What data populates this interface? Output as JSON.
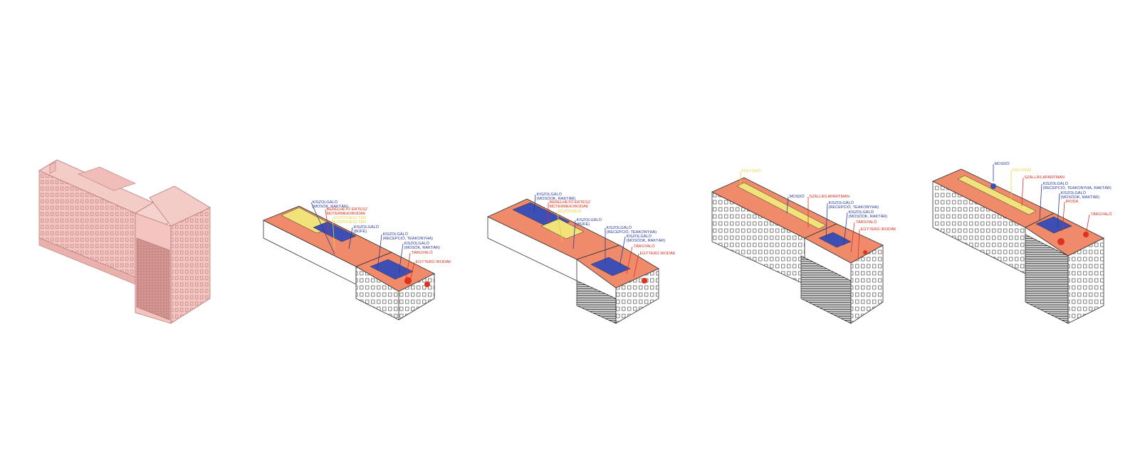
{
  "colors": {
    "blue": "#2a3a9a",
    "red": "#e0301e",
    "yellow": "#e6d23a",
    "salmon": "#ef8a6a",
    "pink_model": "#f4c4c0",
    "line": "#333333"
  },
  "panels": [
    {
      "labels": [
        {
          "lines": [
            "KISZOLGÁLÓ",
            "(MOSÓK, RAKTÁR)"
          ],
          "color": "blue"
        },
        {
          "lines": [
            "BÉRELHETŐ ÉRTÉSZ",
            "MŰTERMEK/IRODÁK"
          ],
          "color": "red"
        },
        {
          "lines": [
            "KÖZÖSSÉGI TÉR",
            "KÖZÖSSÉGI TÉR"
          ],
          "color": "yellow"
        },
        {
          "lines": [
            "KISZOLGÁLÓ",
            "(BÜFÉ)"
          ],
          "color": "blue"
        },
        {
          "lines": [
            "KISZOLGÁLÓ",
            "(RECEPCIÓ, TEAKONYHA)"
          ],
          "color": "blue"
        },
        {
          "lines": [
            "KISZOLGÁLÓ",
            "(MOSÓK, RAKTÁR)"
          ],
          "color": "blue"
        },
        {
          "lines": [
            "TÁRGYALÓ"
          ],
          "color": "red"
        },
        {
          "lines": [
            "EGYTERŰ IRODÁK"
          ],
          "color": "red"
        }
      ]
    },
    {
      "labels": [
        {
          "lines": [
            "KISZOLGÁLÓ",
            "(MOSÓOK, RAKTÁR)"
          ],
          "color": "blue"
        },
        {
          "lines": [
            "BÉRELHETŐ ÉRTÉSZ",
            "MŰTERMEK/IRODÁK"
          ],
          "color": "red"
        },
        {
          "lines": [
            "KÖZÖSSÉGI"
          ],
          "color": "yellow"
        },
        {
          "lines": [
            "KISZOLGÁLÓ",
            "(BÜFÉ)"
          ],
          "color": "blue"
        },
        {
          "lines": [
            "KISZOLGÁLÓ",
            "(RECEPCIÓ, TEAKONYHA)"
          ],
          "color": "blue"
        },
        {
          "lines": [
            "KISZOLGÁLÓ",
            "(MOSÓOK, RAKTÁR)"
          ],
          "color": "blue"
        },
        {
          "lines": [
            "TÁRGYALÓ"
          ],
          "color": "red"
        },
        {
          "lines": [
            "EGYTERŰ IRODÁK"
          ],
          "color": "red"
        }
      ]
    },
    {
      "labels": [
        {
          "lines": [
            "FOLYOSÓ"
          ],
          "color": "yellow"
        },
        {
          "lines": [
            "MOSDÓ"
          ],
          "color": "blue"
        },
        {
          "lines": [
            "SZÁLLÁS APARTMAN"
          ],
          "color": "red"
        },
        {
          "lines": [
            "KISZOLGÁLÓ",
            "(RECEPCIÓ, TEAKONYHA)"
          ],
          "color": "blue"
        },
        {
          "lines": [
            "KISZOLGÁLÓ",
            "(MOSÓOK, RAKTÁR)"
          ],
          "color": "blue"
        },
        {
          "lines": [
            "TÁRGYALÓ"
          ],
          "color": "red"
        },
        {
          "lines": [
            "EGYTERŰ IRODÁK"
          ],
          "color": "red"
        }
      ]
    },
    {
      "labels": [
        {
          "lines": [
            "MOSDÓ"
          ],
          "color": "blue"
        },
        {
          "lines": [
            "FOLYOSÓ"
          ],
          "color": "yellow"
        },
        {
          "lines": [
            "SZÁLLÁS APARTMAN"
          ],
          "color": "red"
        },
        {
          "lines": [
            "KISZOLGÁLÓ",
            "(RECEPCIÓ, TEAKONYHA, RAKTÁR)"
          ],
          "color": "blue"
        },
        {
          "lines": [
            "KISZOLGÁLÓ",
            "(MOSÓOK, RAKTÁR)"
          ],
          "color": "blue"
        },
        {
          "lines": [
            "IRODA"
          ],
          "color": "red"
        },
        {
          "lines": [
            "TÁRGYALÓ"
          ],
          "color": "red"
        }
      ]
    }
  ]
}
